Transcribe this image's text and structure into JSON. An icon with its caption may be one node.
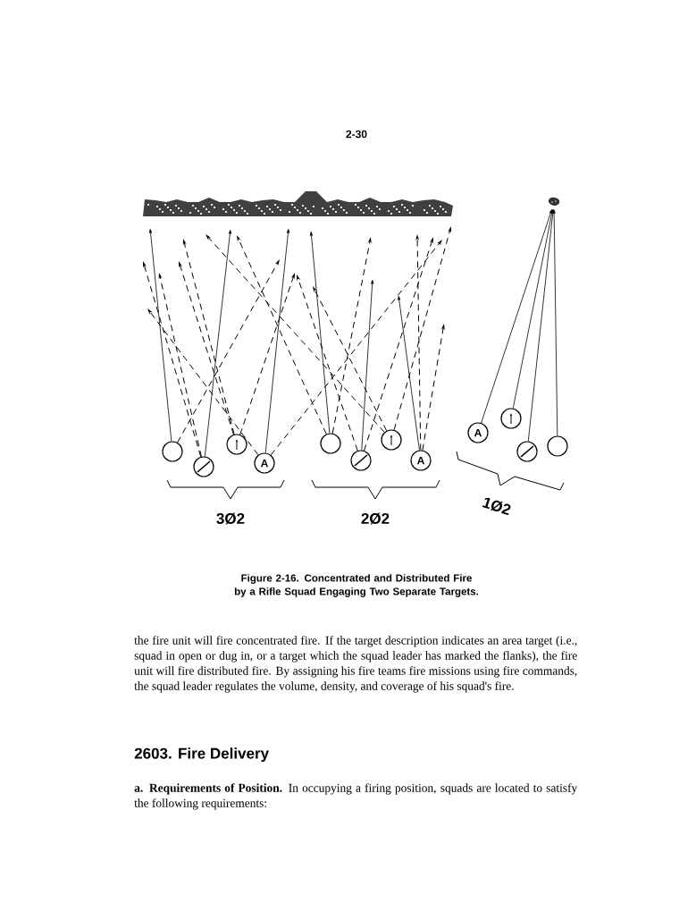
{
  "diagram": {
    "caption": "Figure 2-16. Concentrated and Distributed Fire by a Rifle Squad Engaging Two Separate Targets.",
    "nodes": [
      {
        "text": [],
        "shape": "bar"
      },
      {
        "text": [],
        "shape": "cloud"
      },
      {
        "text": [],
        "shape": "circle"
      },
      {
        "text": [],
        "shape": "circle"
      },
      {
        "text": [],
        "shape": "circle"
      },
      {
        "text": [
          "A"
        ]
      },
      {
        "text": [],
        "shape": "circle"
      },
      {
        "text": [],
        "shape": "circle"
      },
      {
        "text": [],
        "shape": "circle"
      },
      {
        "text": [
          "A"
        ]
      },
      {
        "text": [
          "A"
        ]
      },
      {
        "text": [],
        "shape": "circle"
      },
      {
        "text": [],
        "shape": "circle"
      },
      {
        "text": [],
        "shape": "circle"
      }
    ],
    "edges": [
      {
        "from": 2,
        "to": null,
        "arrow": "to"
      },
      {
        "from": 2,
        "to": null,
        "arrow": "to",
        "style": "dashed"
      },
      {
        "from": 3,
        "to": null,
        "arrow": "to"
      },
      {
        "from": 3,
        "to": null,
        "arrow": "to",
        "style": "dashed"
      },
      {
        "from": 3,
        "to": null,
        "arrow": "to",
        "style": "dashed"
      },
      {
        "from": 4,
        "to": null,
        "arrow": "to",
        "style": "dashed"
      },
      {
        "from": 4,
        "to": null,
        "arrow": "to",
        "style": "dashed"
      },
      {
        "from": 4,
        "to": null,
        "arrow": "to",
        "style": "dashed"
      },
      {
        "from": 5,
        "to": null,
        "arrow": "to"
      },
      {
        "from": 5,
        "to": null,
        "arrow": "to",
        "style": "dashed"
      },
      {
        "from": 5,
        "to": null,
        "arrow": "to",
        "style": "dashed"
      },
      {
        "from": 6,
        "to": null,
        "arrow": "to"
      },
      {
        "from": 6,
        "to": null,
        "arrow": "to",
        "style": "dashed"
      },
      {
        "from": 6,
        "to": null,
        "arrow": "to",
        "style": "dashed"
      },
      {
        "from": 7,
        "to": null,
        "arrow": "to"
      },
      {
        "from": 7,
        "to": null,
        "arrow": "to",
        "style": "dashed"
      },
      {
        "from": 7,
        "to": null,
        "arrow": "to",
        "style": "dashed"
      },
      {
        "from": 8,
        "to": null,
        "arrow": "to",
        "style": "dashed"
      },
      {
        "from": 8,
        "to": null,
        "arrow": "to",
        "style": "dashed"
      },
      {
        "from": 8,
        "to": null,
        "arrow": "to",
        "style": "dashed"
      },
      {
        "from": 9,
        "to": null,
        "arrow": "to"
      },
      {
        "from": 9,
        "to": null,
        "arrow": "to",
        "style": "dashed"
      },
      {
        "from": 9,
        "to": null,
        "arrow": "to",
        "style": "dashed"
      },
      {
        "from": 10,
        "to": 1,
        "arrow": "to"
      },
      {
        "from": 11,
        "to": 1,
        "arrow": "to"
      },
      {
        "from": 12,
        "to": 1,
        "arrow": "to"
      },
      {
        "from": 13,
        "to": 1,
        "arrow": "to"
      }
    ],
    "labels": [
      "2-30",
      "3Ø2",
      "2Ø2",
      "1Ø2",
      "the fire unit will fire concentrated fire. If the target description indicates an area target (i.e., squad in open or dug in, or a target which the squad leader has marked the flanks), the fire unit will fire distributed fire. By assigning his fire teams fire missions using fire commands, the squad leader regulates the volume, density, and coverage of his squad's fire.",
      "2603. Fire Delivery",
      "**a. Requirements of Position.** In occupying a firing position, squads are located to satisfy the following requirements:"
    ]
  }
}
